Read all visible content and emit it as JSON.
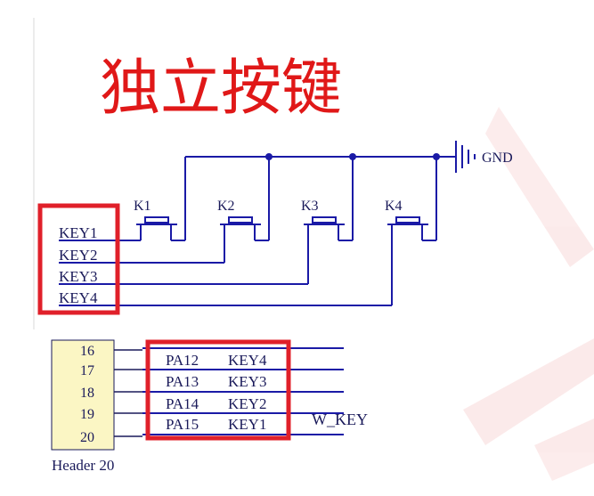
{
  "title": "独立按键",
  "gnd_label": "GND",
  "switches": [
    "K1",
    "K2",
    "K3",
    "K4"
  ],
  "key_nets": [
    "KEY1",
    "KEY2",
    "KEY3",
    "KEY4"
  ],
  "header": {
    "pins": [
      "16",
      "17",
      "18",
      "19",
      "20"
    ],
    "ports": [
      "PA12",
      "PA13",
      "PA14",
      "PA15"
    ],
    "keys": [
      "KEY4",
      "KEY3",
      "KEY2",
      "KEY1"
    ],
    "bus_label": "W_KEY",
    "name": "Header 20"
  },
  "colors": {
    "wire": "#1a1aa6",
    "highlight": "#e0202a",
    "title": "#e01818",
    "header_fill": "#fbf6c4",
    "text": "#1a1a5a"
  }
}
